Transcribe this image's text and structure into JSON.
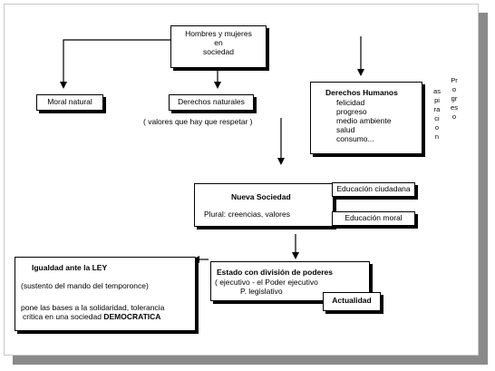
{
  "top_node": [
    "Hombres y mujeres",
    "en",
    "sociedad"
  ],
  "moral_natural": "Moral natural",
  "derechos_naturales": "Derechos naturales",
  "valores_note": "( valores que hay que respetar )",
  "derechos_humanos": {
    "title": "Derechos Humanos",
    "items": [
      "felicidad",
      "progreso",
      "medio ambiente",
      "salud",
      "consumo..."
    ]
  },
  "vertical_col_1": "aspiracion",
  "vertical_col_2": "Progreso",
  "nueva_sociedad": {
    "title": "Nueva Sociedad",
    "subtitle": "Plural: creencias, valores"
  },
  "educacion_ciudadana": "Educación ciudadana",
  "educacion_moral": "Educación moral",
  "estado": {
    "title": "Estado con división de poderes",
    "line2": "( ejecutivo - el Poder ejecutivo",
    "line3": "P. legislativo"
  },
  "actualidad": "Actualidad",
  "igualdad": {
    "title": "Igualdad ante la LEY",
    "line2": "(sustento del mando del temporonce)",
    "line3": "pone las bases a la solidaridad, tolerancia",
    "line4_prefix": "critica en una sociedad",
    "line4_bold": "DEMOCRATICA"
  }
}
